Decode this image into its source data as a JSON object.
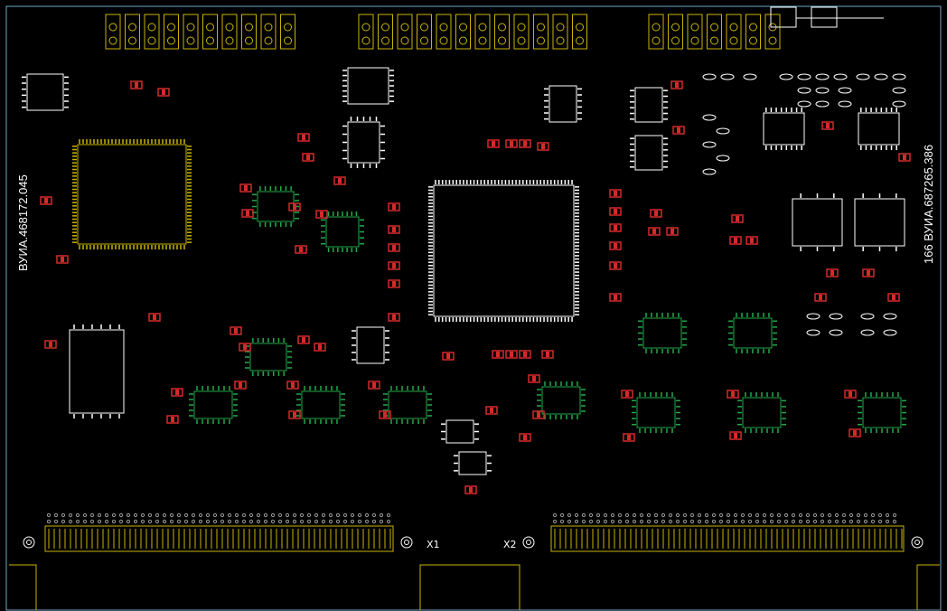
{
  "board": {
    "left_marking": "ВУИА.468172.045",
    "right_marking": "166 ВУИА.687265.386",
    "connector_left_label": "X1",
    "connector_right_label": "X2"
  },
  "colors": {
    "background": "#000000",
    "outline": "#6fa8c9",
    "silkscreen": "#ffffff",
    "smd_red": "#d42a2a",
    "ic_green": "#22a84a",
    "connector_yellow": "#c8b400",
    "pin_grey": "#9a9a9a"
  }
}
